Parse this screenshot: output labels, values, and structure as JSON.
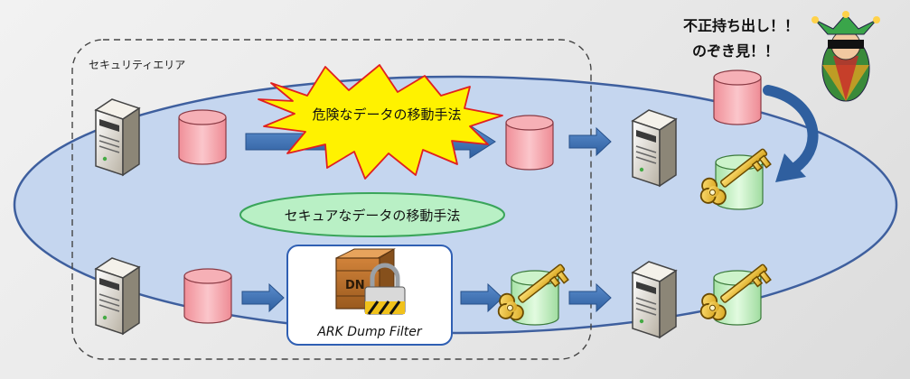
{
  "diagram": {
    "security_area_label": "セキュリティエリア",
    "danger_label": "危険なデータの移動手法",
    "secure_label": "セキュアなデータの移動手法",
    "product_label": "ARK Dump Filter",
    "threat_line1": "不正持ち出し！！",
    "threat_line2": "のぞき見！！",
    "box_icon_text": "DN"
  },
  "colors": {
    "ellipse_fill": "#c5d6ef",
    "ellipse_stroke": "#3e5f9e",
    "arrow_blue": "#3e6fb0",
    "db_unencrypted": "#f4a7ae",
    "db_encrypted": "#c9f1c8",
    "star_fill": "#fff200",
    "star_stroke": "#e02020",
    "secure_oval_fill": "#b9f0c5",
    "secure_oval_stroke": "#3aa55a"
  },
  "icons": [
    "server-icon",
    "database-icon",
    "encrypted-database-icon",
    "key-icon",
    "lock-icon",
    "crate-icon",
    "jester-icon"
  ]
}
